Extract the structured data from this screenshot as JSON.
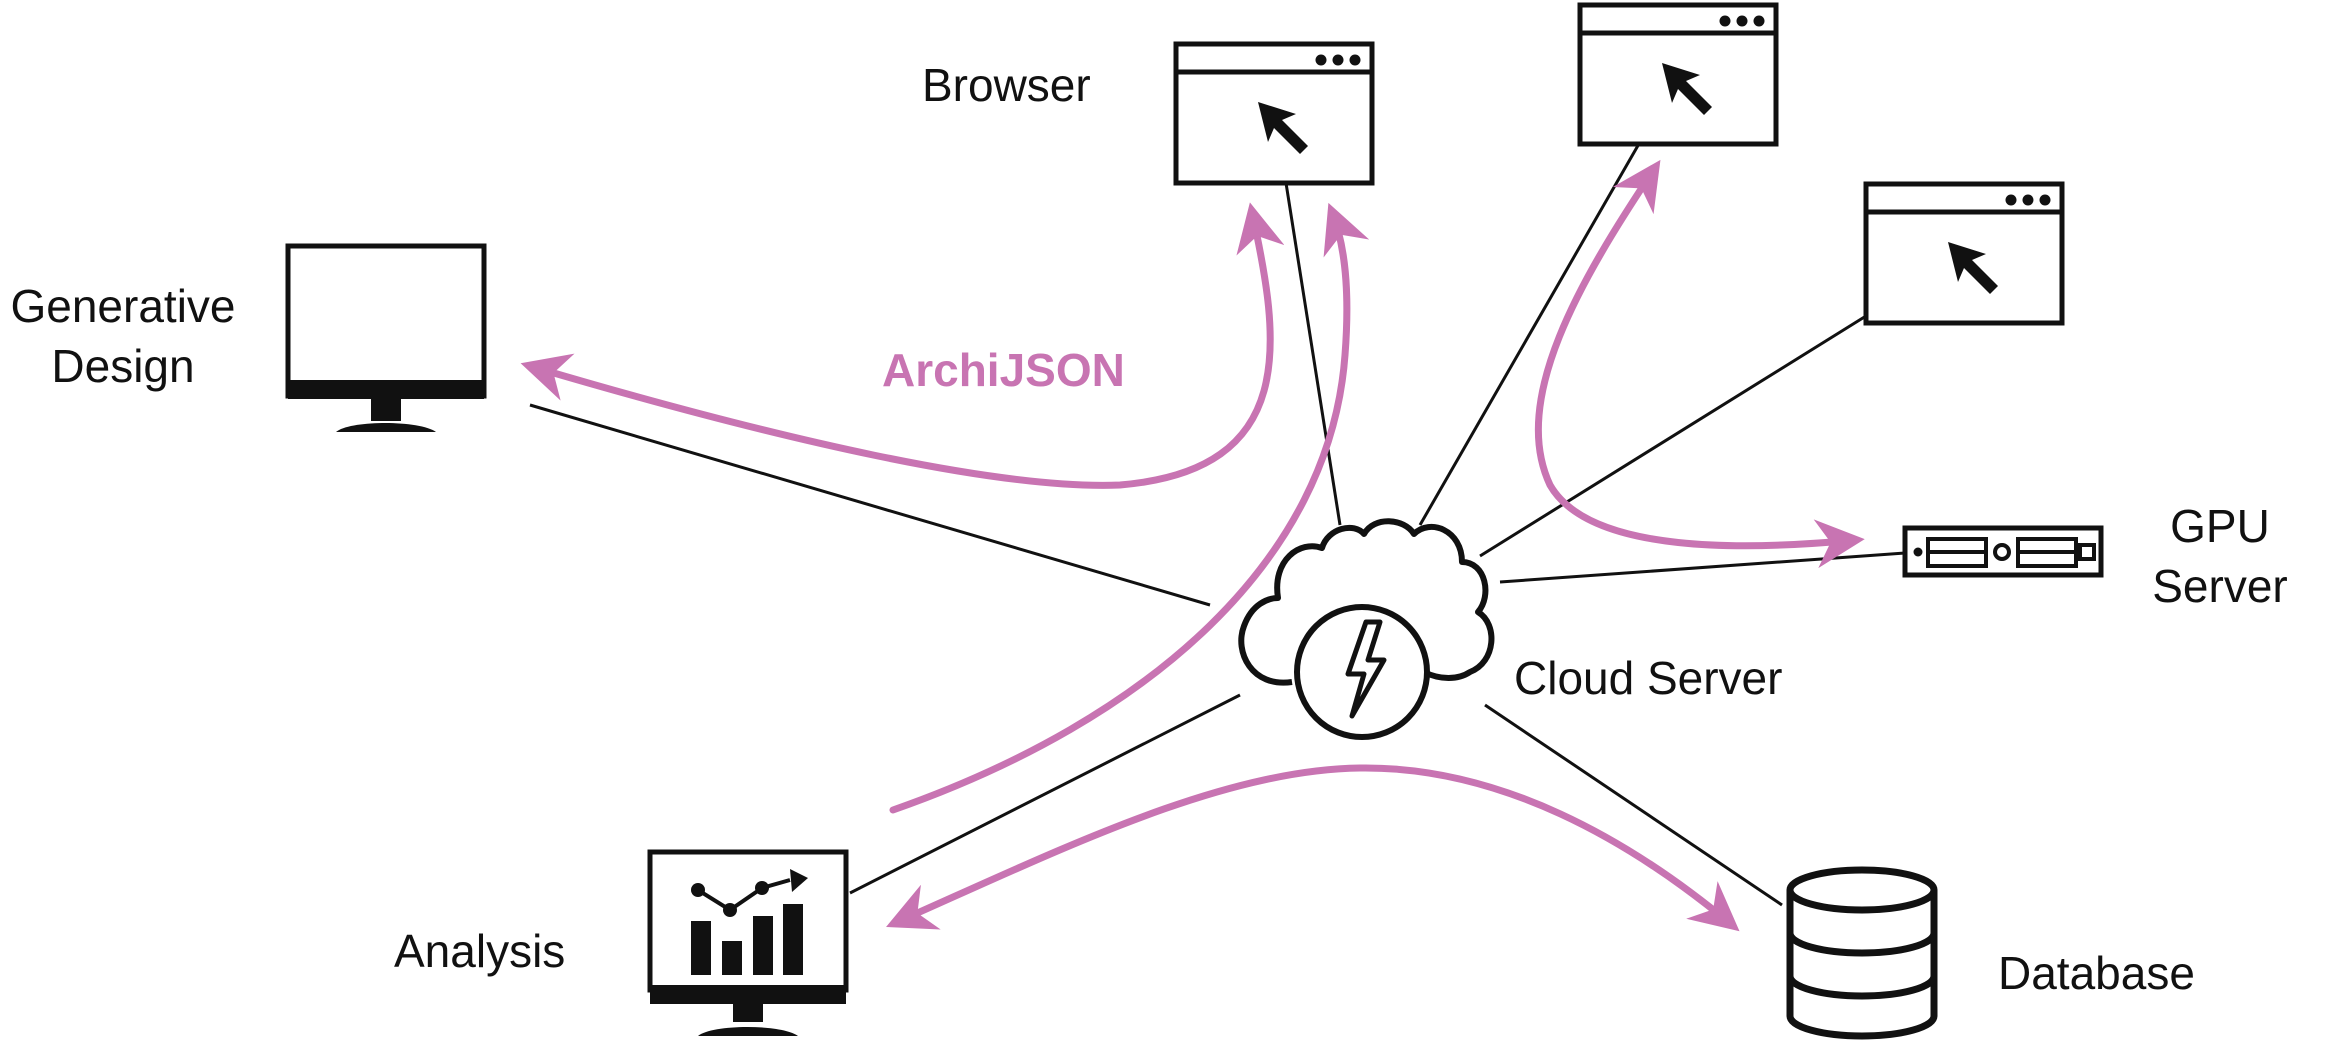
{
  "colors": {
    "background": "#ffffff",
    "ink": "#111111",
    "accent": "#c874b2"
  },
  "labels": {
    "generative_design": [
      "Generative",
      "Design"
    ],
    "browser": "Browser",
    "archijson": "ArchiJSON",
    "gpu_server": [
      "GPU",
      "Server"
    ],
    "cloud_server": "Cloud Server",
    "analysis": "Analysis",
    "database": "Database"
  },
  "nodes": [
    {
      "id": "generative-design",
      "icon": "desktop-monitor-icon"
    },
    {
      "id": "browser-1",
      "icon": "browser-window-icon"
    },
    {
      "id": "browser-2",
      "icon": "browser-window-icon"
    },
    {
      "id": "browser-3",
      "icon": "browser-window-icon"
    },
    {
      "id": "gpu-server",
      "icon": "rack-server-icon"
    },
    {
      "id": "cloud-server",
      "icon": "cloud-lightning-icon"
    },
    {
      "id": "analysis",
      "icon": "analytics-monitor-icon"
    },
    {
      "id": "database",
      "icon": "database-cylinder-icon"
    }
  ]
}
